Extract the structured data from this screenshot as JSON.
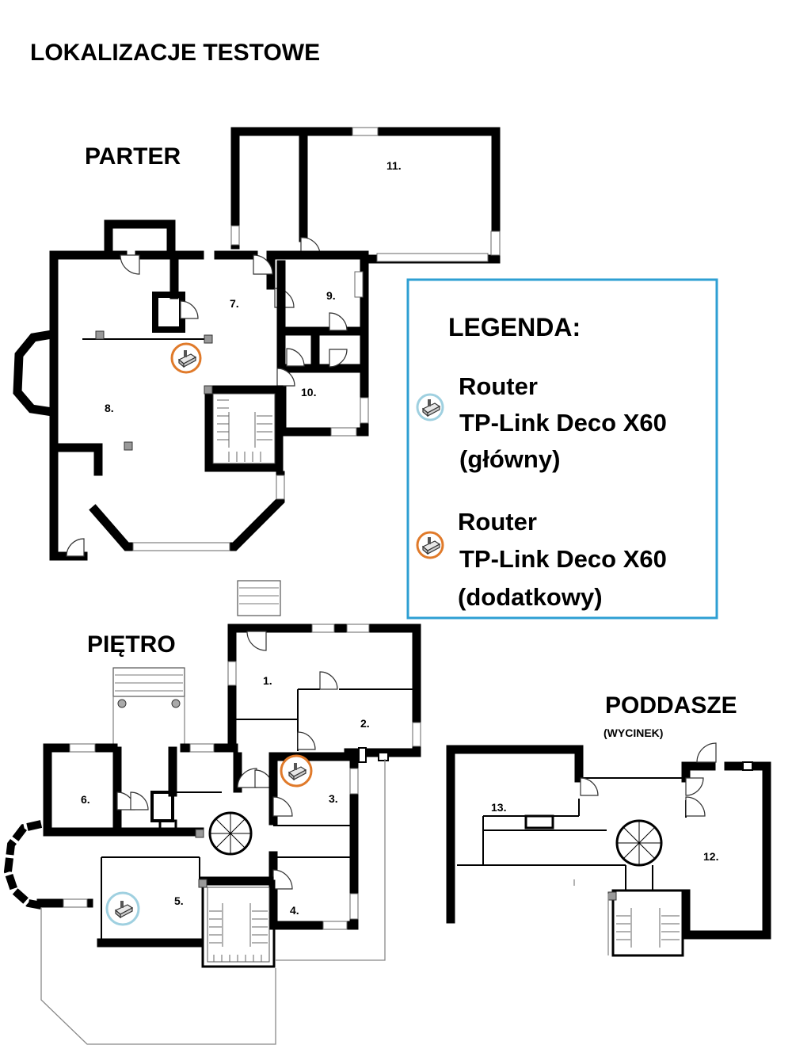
{
  "title": "LOKALIZACJE TESTOWE",
  "floors": {
    "ground": {
      "label": "PARTER",
      "rooms": [
        "7.",
        "8.",
        "9.",
        "10.",
        "11."
      ]
    },
    "first": {
      "label": "PIĘTRO",
      "rooms": [
        "1.",
        "2.",
        "3.",
        "4.",
        "5.",
        "6."
      ]
    },
    "attic": {
      "label": "PODDASZE",
      "sublabel": "(WYCINEK)",
      "rooms": [
        "12.",
        "13."
      ]
    }
  },
  "legend": {
    "title": "LEGENDA:",
    "items": [
      {
        "line1": "Router",
        "line2": "TP-Link Deco X60",
        "line3": "(główny)",
        "marker_color": "#9fd0e0",
        "icon": "router-icon"
      },
      {
        "line1": "Router",
        "line2": "TP-Link Deco X60",
        "line3": "(dodatkowy)",
        "marker_color": "#e07a2a",
        "icon": "router-icon"
      }
    ]
  },
  "colors": {
    "legend_border": "#2e9fd3",
    "main_router": "#9fd0e0",
    "extra_router": "#e07a2a",
    "walls": "#000000"
  }
}
